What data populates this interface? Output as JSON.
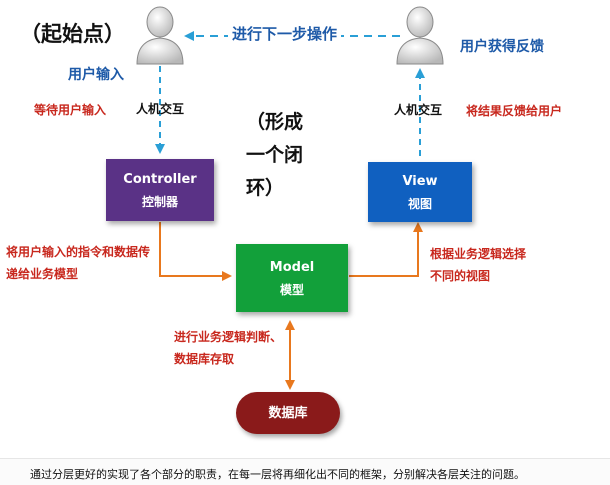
{
  "start_label": "（起始点）",
  "next_step_label": "进行下一步操作",
  "user_input_label": "用户输入",
  "user_feedback_label": "用户获得反馈",
  "wait_input_label": "等待用户输入",
  "hci_left_label": "人机交互",
  "hci_right_label": "人机交互",
  "feedback_to_user_label": "将结果反馈给用户",
  "loop_label": "（形成一个闭环）",
  "controller": {
    "title": "Controller",
    "subtitle": "控制器",
    "color": "#5a3286"
  },
  "view": {
    "title": "View",
    "subtitle": "视图",
    "color": "#1060c0"
  },
  "model": {
    "title": "Model",
    "subtitle": "模型",
    "color": "#12a03a"
  },
  "database": {
    "label": "数据库",
    "color": "#8a1a1a"
  },
  "controller_to_model_label": "将用户输入的指令和数据传递给业务模型",
  "model_to_view_label": "根据业务逻辑选择不同的视图",
  "model_db_label": "进行业务逻辑判断、数据库存取",
  "caption": "通过分层更好的实现了各个部分的职责，在每一层将再细化出不同的框架，分别解决各层关注的问题。"
}
